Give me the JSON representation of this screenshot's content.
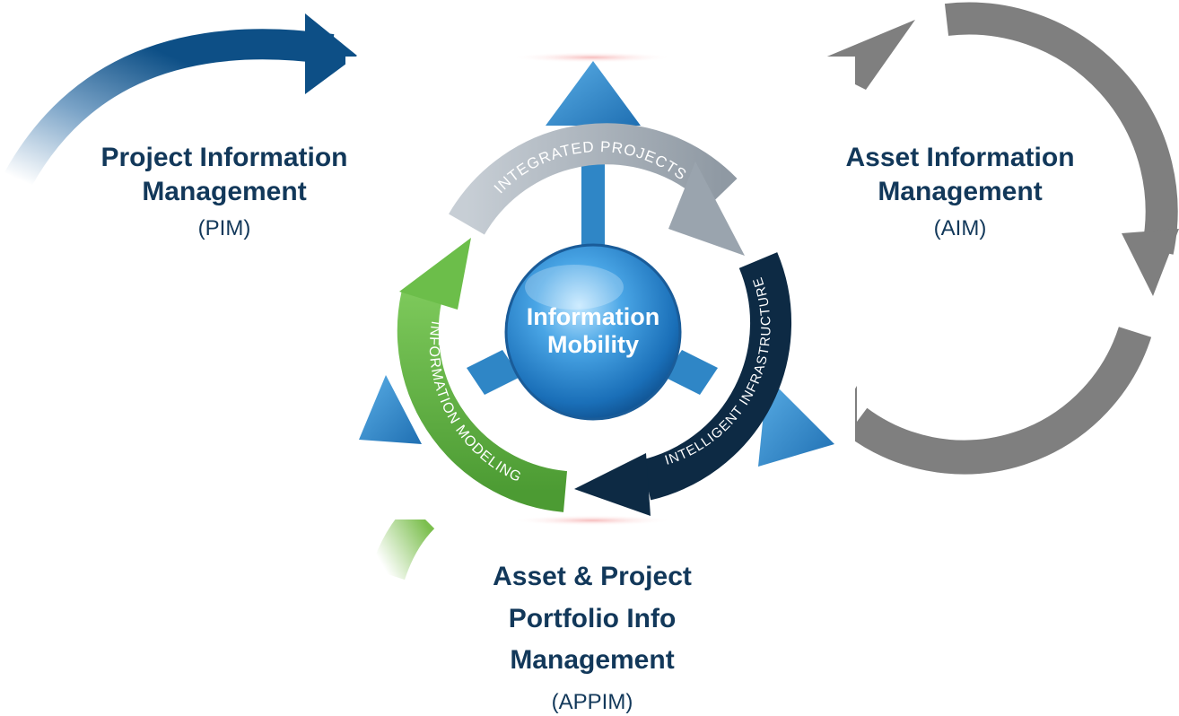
{
  "diagram": {
    "center": {
      "line1": "Information",
      "line2": "Mobility"
    },
    "ring": {
      "top": "INTEGRATED PROJECTS",
      "right": "INTELLIGENT INFRASTRUCTURE",
      "left": "INFORMATION MODELING"
    },
    "colors": {
      "pim_arrow": "#0d4f86",
      "aim_arrow": "#7f7f7f",
      "appim_arrow": "#7cbf4e",
      "ring_gray": "#a9b2bb",
      "ring_navy": "#0d2a44",
      "ring_green": "#5fb142",
      "blue_arrow": "#2f86c6",
      "label_text": "#12385a"
    }
  },
  "labels": {
    "pim": {
      "line1": "Project Information",
      "line2": "Management",
      "abbr": "(PIM)"
    },
    "aim": {
      "line1": "Asset Information",
      "line2": "Management",
      "abbr": "(AIM)"
    },
    "appim": {
      "line1": "Asset & Project",
      "line2": "Portfolio Info",
      "line3": "Management",
      "abbr": "(APPIM)"
    }
  }
}
